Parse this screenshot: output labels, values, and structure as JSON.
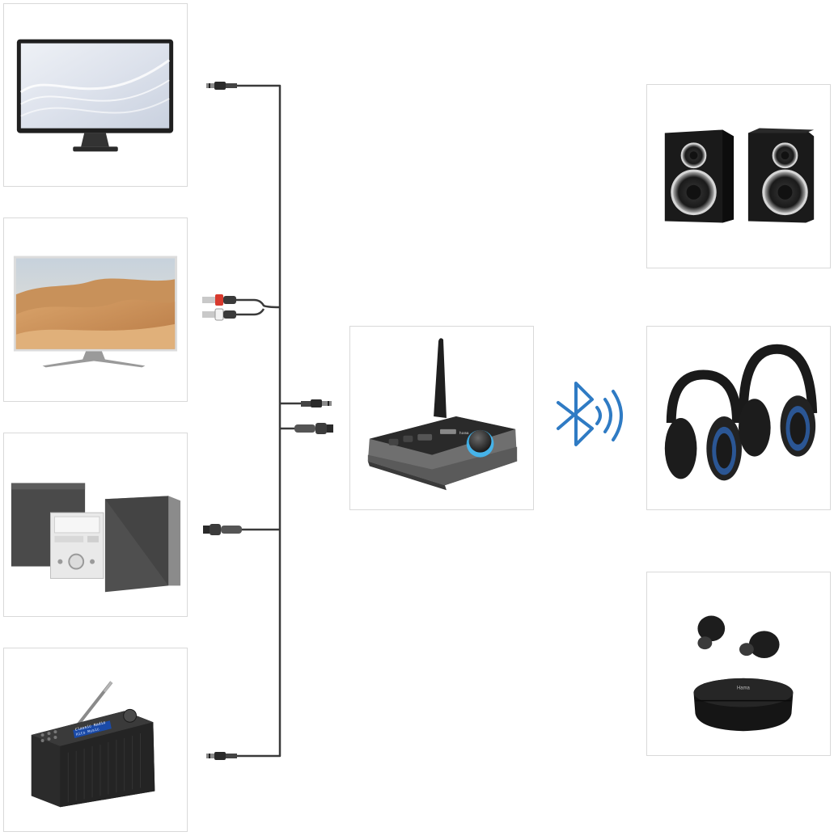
{
  "sources": [
    {
      "name": "Monitor",
      "icon": "monitor-icon",
      "connector": "3.5mm jack"
    },
    {
      "name": "TV",
      "icon": "tv-icon",
      "connector": "RCA cinch"
    },
    {
      "name": "Stereo system",
      "icon": "stereo-system-icon",
      "connector": "optical toslink"
    },
    {
      "name": "Digital radio",
      "icon": "digital-radio-icon",
      "connector": "3.5mm jack",
      "screen_text": [
        "Classic Radio",
        "Hits Music"
      ]
    }
  ],
  "hub": {
    "name": "Bluetooth transmitter/receiver",
    "icon": "bluetooth-transmitter-icon",
    "inputs": [
      "3.5mm jack",
      "optical toslink"
    ],
    "logo_text": "hama"
  },
  "wireless": {
    "icon": "bluetooth-signal-icon"
  },
  "outputs": [
    {
      "name": "Speakers",
      "icon": "speakers-icon"
    },
    {
      "name": "Headphones",
      "icon": "headphones-icon"
    },
    {
      "name": "True wireless earbuds",
      "icon": "earbuds-icon",
      "case_logo_text": "Hama"
    }
  ],
  "colors": {
    "bluetooth": "#2F7BC4",
    "cable": "#3a3a3a",
    "tile_border": "#d9d9d9",
    "headphone_accent": "#2d5fa8",
    "rca_red": "#d83a2e",
    "rca_white": "#f2f2f2"
  }
}
